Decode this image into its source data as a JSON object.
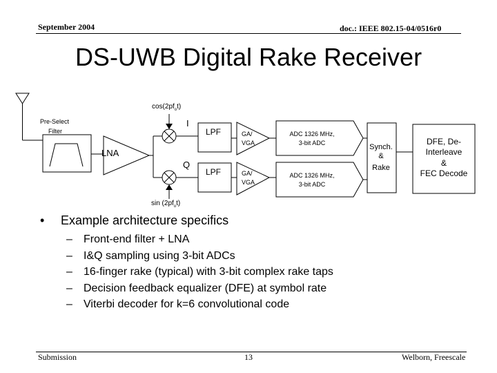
{
  "header": {
    "date": "September 2004",
    "doc_id": "doc.: IEEE 802.15-04/0516r0"
  },
  "slide": {
    "title": "DS-UWB Digital Rake Receiver"
  },
  "diagram": {
    "cos_label": {
      "a": "cos(2",
      "b": "p",
      "c": "f",
      "d": "o",
      "e": "t)"
    },
    "sin_label": {
      "a": "sin (2",
      "b": "p",
      "c": "f",
      "d": "o",
      "e": "t)"
    },
    "i_label": "I",
    "q_label": "Q",
    "preselect_line1": "Pre-Select",
    "preselect_line2": "Filter",
    "lna": "LNA",
    "lpf_top": "LPF",
    "lpf_bottom": "LPF",
    "gavga_top": [
      "GA/",
      "VGA"
    ],
    "gavga_bottom": [
      "GA/",
      "VGA"
    ],
    "adc_top": [
      "ADC 1326 MHz,",
      "3-bit ADC"
    ],
    "adc_bottom": [
      "ADC 1326 MHz,",
      "3-bit ADC"
    ],
    "synch": [
      "Synch.",
      "&",
      "Rake"
    ],
    "dfe": [
      "DFE, De-",
      "Interleave",
      "&",
      "FEC Decode"
    ]
  },
  "bullets": {
    "main": "Example architecture specifics",
    "sub": [
      "Front-end filter + LNA",
      "I&Q sampling using 3-bit ADCs",
      "16-finger rake (typical) with 3-bit complex rake taps",
      "Decision feedback equalizer (DFE) at symbol rate",
      "Viterbi decoder for k=6 convolutional code"
    ]
  },
  "footer": {
    "left": "Submission",
    "page": "13",
    "right": "Welborn, Freescale"
  }
}
